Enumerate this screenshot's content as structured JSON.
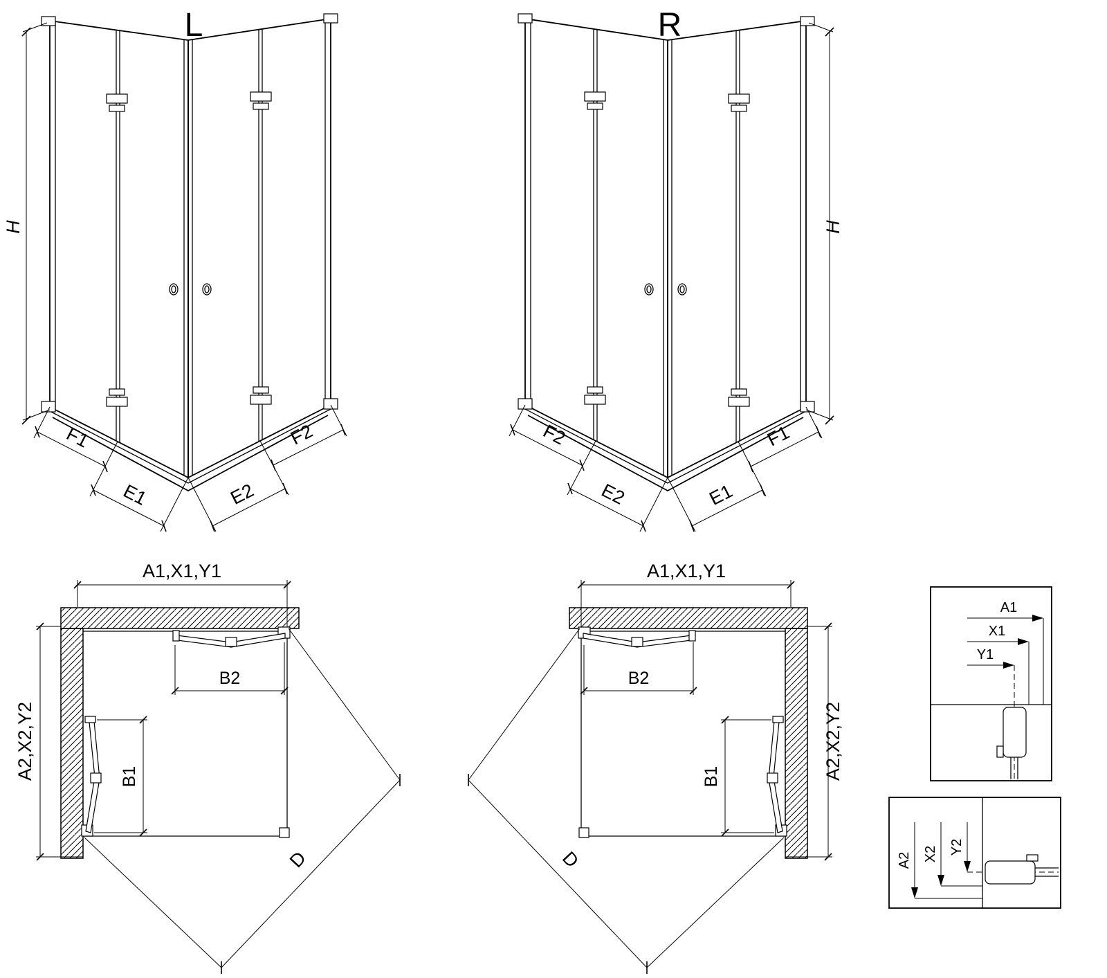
{
  "diagram": {
    "perspective_l": {
      "title": "L",
      "height_label": "H",
      "left_chain": {
        "outer": "F1",
        "inner": "E1"
      },
      "right_chain": {
        "inner": "E2",
        "outer": "F2"
      }
    },
    "perspective_r": {
      "title": "R",
      "height_label": "H",
      "left_chain": {
        "outer": "F2",
        "inner": "E2"
      },
      "right_chain": {
        "inner": "E1",
        "outer": "F1"
      }
    },
    "plan_l": {
      "width_label": "A1,X1,Y1",
      "depth_label": "A2,X2,Y2",
      "door_top_label": "B2",
      "door_side_label": "B1",
      "diagonal_label": "D"
    },
    "plan_r": {
      "width_label": "A1,X1,Y1",
      "depth_label": "A2,X2,Y2",
      "door_top_label": "B2",
      "door_side_label": "B1",
      "diagonal_label": "D"
    },
    "detail_horizontal": {
      "dim1": "A1",
      "dim2": "X1",
      "dim3": "Y1"
    },
    "detail_vertical": {
      "dim1": "A2",
      "dim2": "X2",
      "dim3": "Y2"
    }
  },
  "colors": {
    "line": "#000000",
    "background": "#ffffff"
  }
}
